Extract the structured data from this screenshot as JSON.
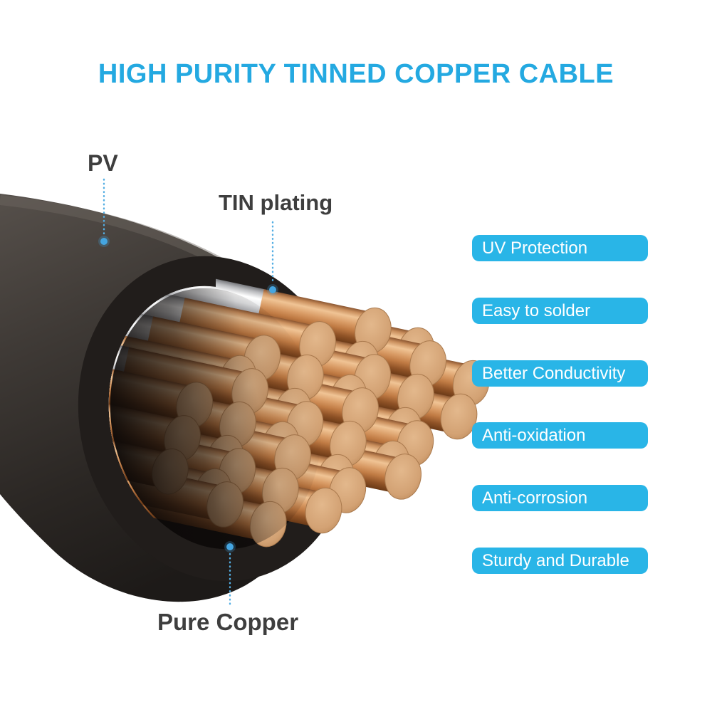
{
  "title": "HIGH PURITY TINNED COPPER CABLE",
  "colors": {
    "title": "#24a9e1",
    "badge_bg": "#29b5e7",
    "badge_text": "#ffffff",
    "accent_leader_line": "#54aee3",
    "label_text": "#3e3e3e",
    "copper": "#cf8e58",
    "tin_silver": "#d7d8da",
    "sheath_black": "#36312e"
  },
  "diagram": {
    "labels": {
      "pv": "PV",
      "tin_plating": "TIN plating",
      "pure_copper": "Pure Copper"
    }
  },
  "features": [
    "UV Protection",
    "Easy to solder",
    "Better Conductivity",
    "Anti-oxidation",
    "Anti-corrosion",
    "Sturdy and Durable"
  ]
}
